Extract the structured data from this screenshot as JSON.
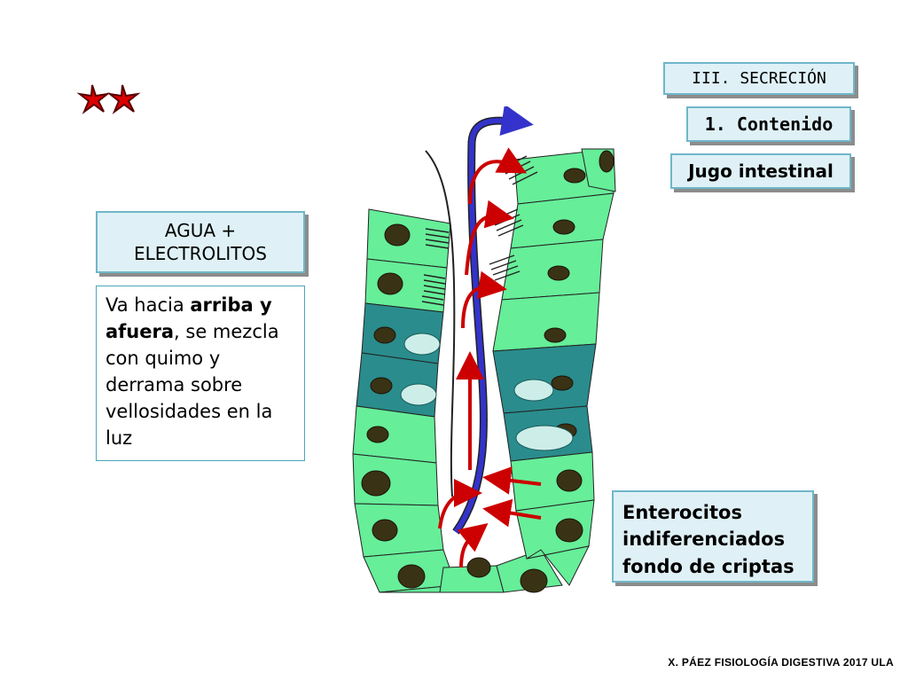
{
  "header": {
    "section": "III. SECRECIÓN",
    "subsection": "1. Contenido",
    "topic": "Jugo intestinal",
    "stars": "**"
  },
  "left_panel": {
    "title_line1": "AGUA +",
    "title_line2": "ELECTROLITOS",
    "desc_part1": "Va hacia ",
    "desc_bold1": "arriba y afuera",
    "desc_part2": ", se mezcla con quimo y derrama sobre vellosidades en la luz"
  },
  "callout": {
    "line1": "Enterocitos",
    "line2": "indiferenciados",
    "line3": "fondo de criptas"
  },
  "footer": "X. PÁEZ   FISIOLOGÍA DIGESTIVA 2017  ULA",
  "colors": {
    "enterocyte": "#66ee99",
    "goblet": "#2a8c8c",
    "nucleus": "#3a3214",
    "flow_arrow": "#cc0000",
    "main_arrow": "#3333cc",
    "box_fill": "#dff1f6",
    "box_border": "#6fb7c9",
    "star": "#dd0000"
  }
}
